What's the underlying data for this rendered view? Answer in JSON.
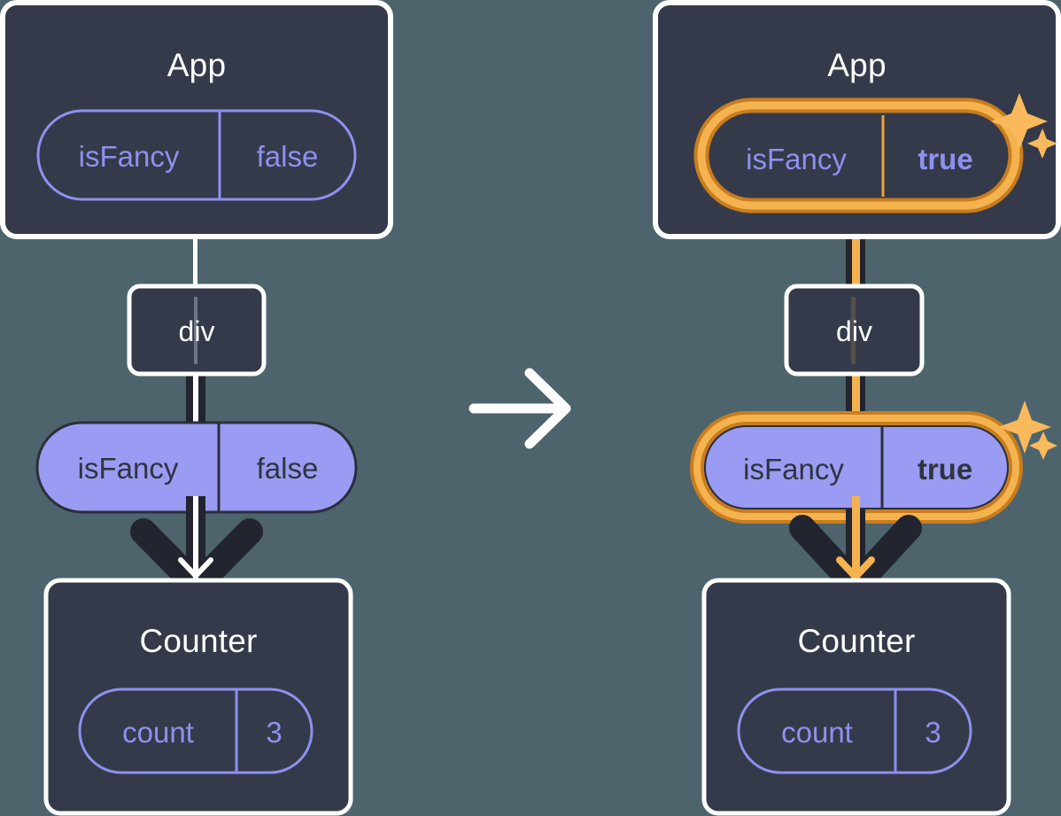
{
  "diagram": {
    "type": "react-state-propagation",
    "background_color": "#4d646d",
    "panels": [
      {
        "id": "before",
        "app": {
          "title": "App",
          "state_pill": {
            "name": "isFancy",
            "value": "false",
            "style": "outline",
            "highlighted": false
          }
        },
        "div": {
          "label": "div"
        },
        "props_pill": {
          "name": "isFancy",
          "value": "false",
          "style": "filled",
          "highlighted": false
        },
        "counter": {
          "title": "Counter",
          "state_pill": {
            "name": "count",
            "value": "3",
            "style": "outline",
            "highlighted": false
          }
        },
        "sparkles": false
      },
      {
        "id": "after",
        "app": {
          "title": "App",
          "state_pill": {
            "name": "isFancy",
            "value": "true",
            "style": "outline",
            "highlighted": true
          }
        },
        "div": {
          "label": "div"
        },
        "props_pill": {
          "name": "isFancy",
          "value": "true",
          "style": "filled",
          "highlighted": true
        },
        "counter": {
          "title": "Counter",
          "state_pill": {
            "name": "count",
            "value": "3",
            "style": "outline",
            "highlighted": false
          }
        },
        "sparkles": true
      }
    ],
    "transition_arrow": {
      "icon": "arrow-right-icon",
      "color": "#ffffff"
    },
    "colors": {
      "box_fill": "#343a49",
      "box_stroke": "#ffffff",
      "pill_outline": "#8e90f0",
      "pill_fill": "#9a9bf2",
      "pill_fill_stroke": "#2b2f3a",
      "text_dark": "#30343f",
      "highlight_outer": "#c87d1f",
      "highlight_inner": "#f5b34f",
      "connector_dark": "#22252f",
      "connector_light": "#ffffff",
      "sparkle": "#f9b košt"
    }
  }
}
